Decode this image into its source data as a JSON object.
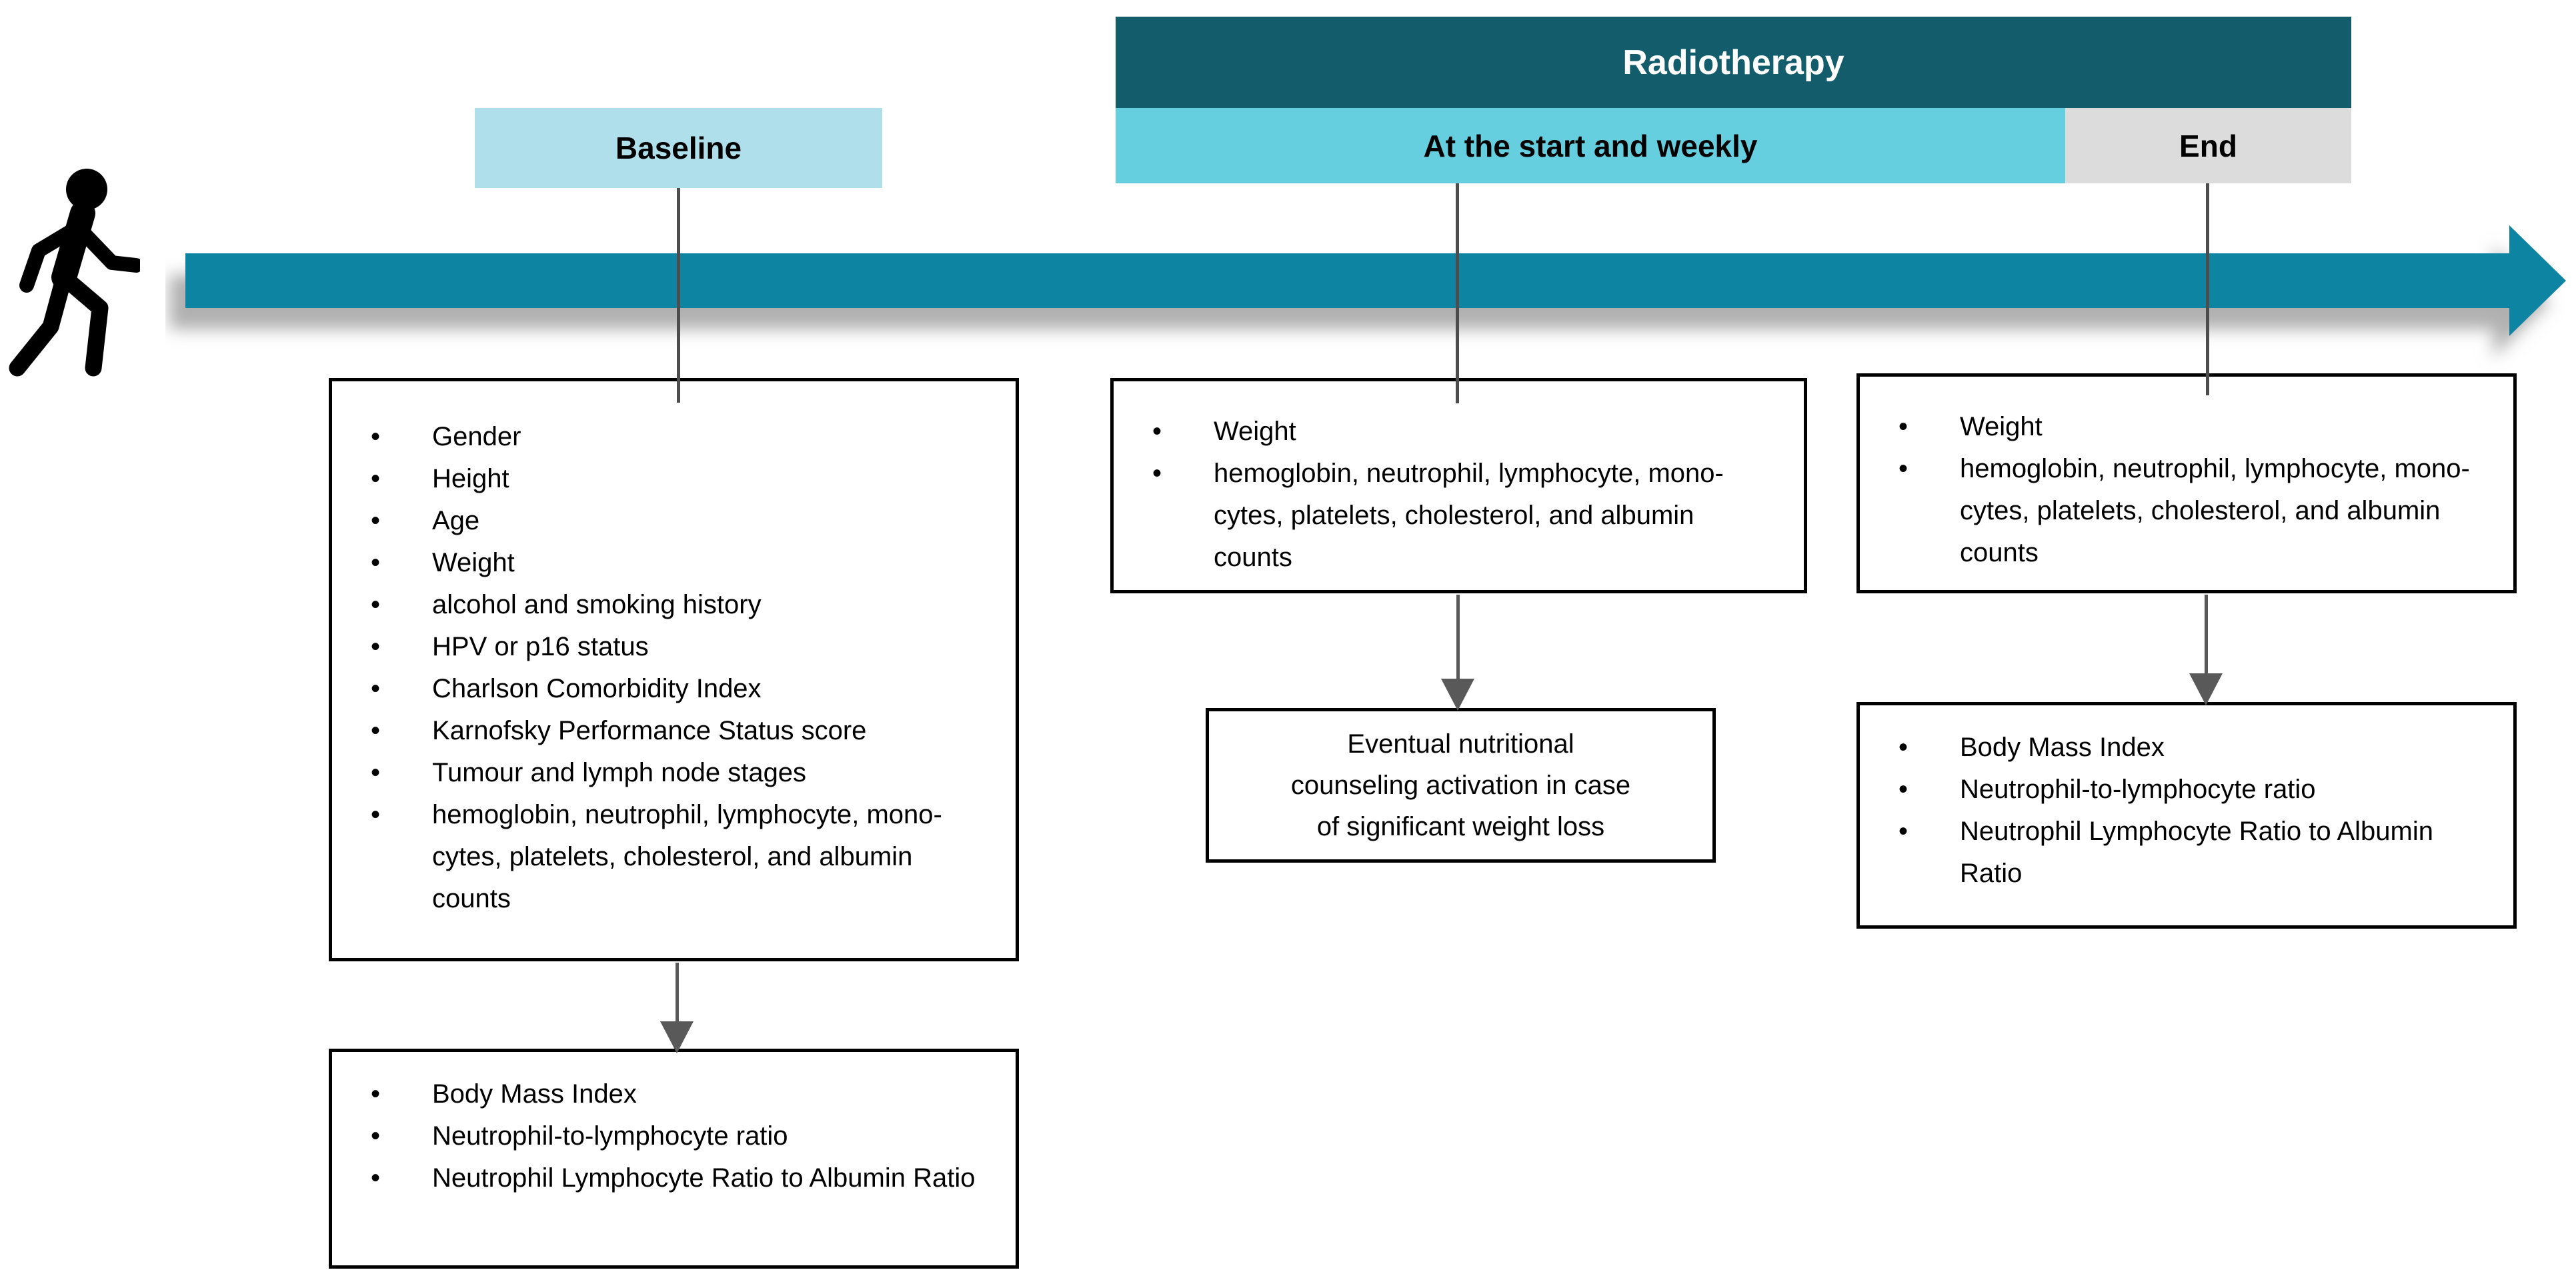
{
  "colors": {
    "header-teal": "#125C6C",
    "band-cyan": "#66CFDF",
    "baseline-cyan": "#AFDFEA",
    "end-gray": "#DCDCDC",
    "arrow-teal": "#0E84A2",
    "connector-gray": "#4D4D4D",
    "arrowhead-gray": "#595959",
    "box-border": "#000000",
    "text-dark": "#000000",
    "text-light": "#FFFFFF"
  },
  "icons": {
    "person": "walking-person-icon",
    "timeline": "timeline-right-arrow"
  },
  "timeline": {
    "phase_header": "Radiotherapy",
    "milestones": [
      {
        "id": "baseline",
        "label": "Baseline"
      },
      {
        "id": "during",
        "label": "At the start and weekly"
      },
      {
        "id": "end",
        "label": "End"
      }
    ]
  },
  "boxes": {
    "baseline_assessments": {
      "items": [
        "Gender",
        "Height",
        "Age",
        "Weight",
        "alcohol and smoking history",
        "HPV or p16 status",
        "Charlson Comorbidity Index",
        "Karnofsky Performance Status score",
        "Tumour and lymph node stages",
        "hemoglobin, neutrophil, lymphocyte, mono-cytes, platelets, cholesterol, and albumin counts"
      ]
    },
    "baseline_derived": {
      "items": [
        "Body Mass Index",
        "Neutrophil-to-lymphocyte ratio",
        "Neutrophil Lymphocyte Ratio to Albumin Ratio"
      ]
    },
    "during_assessments": {
      "items": [
        "Weight",
        "hemoglobin, neutrophil, lymphocyte, mono-cytes, platelets, cholesterol, and albumin counts"
      ]
    },
    "during_action": {
      "text": "Eventual nutritional counseling activation in case of significant weight loss"
    },
    "end_assessments": {
      "items": [
        "Weight",
        "hemoglobin, neutrophil, lymphocyte, mono-cytes, platelets, cholesterol, and albumin counts"
      ]
    },
    "end_derived": {
      "items": [
        "Body Mass Index",
        "Neutrophil-to-lymphocyte ratio",
        "Neutrophil Lymphocyte Ratio to Albumin Ratio"
      ]
    }
  }
}
